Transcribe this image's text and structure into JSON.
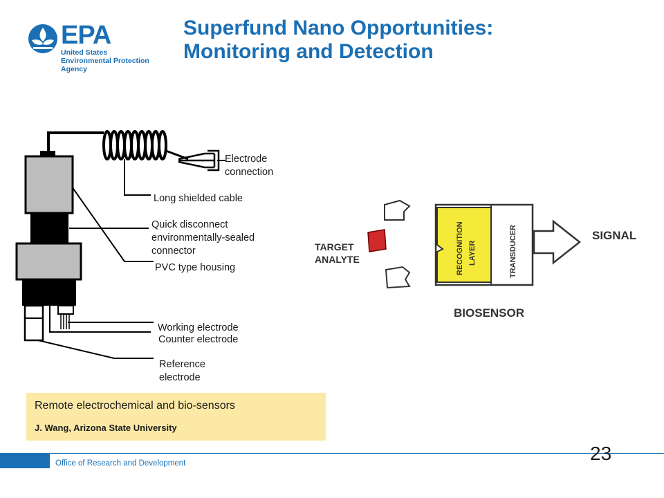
{
  "logo": {
    "letters": "EPA",
    "lines": [
      "United States",
      "Environmental Protection",
      "Agency"
    ],
    "icon": "epa-flower-icon"
  },
  "title": {
    "line1": "Superfund Nano Opportunities:",
    "line2": "Monitoring and Detection"
  },
  "sensor_labels": {
    "electrode_connection": [
      "Electrode",
      "connection"
    ],
    "long_shielded_cable": "Long shielded cable",
    "quick_disconnect": [
      "Quick disconnect",
      "environmentally-sealed",
      "connector"
    ],
    "pvc_housing": "PVC type housing",
    "working_electrode": "Working electrode",
    "counter_electrode": "Counter electrode",
    "reference_electrode": [
      "Reference",
      "electrode"
    ]
  },
  "biosensor": {
    "target_analyte": [
      "TARGET",
      "ANALYTE"
    ],
    "recognition_layer": [
      "RECOGNITION",
      "LAYER"
    ],
    "transducer": "TRANSDUCER",
    "signal": "SIGNAL",
    "name": "BIOSENSOR"
  },
  "caption": {
    "main": "Remote electrochemical and bio-sensors",
    "credit": "J. Wang, Arizona State University"
  },
  "footer": {
    "org": "Office of Research and Development",
    "page_number": "23"
  },
  "colors": {
    "brand_blue": "#1b6fb4",
    "caption_bg": "#fde9a6",
    "recognition_layer": "#f5ea3a",
    "analyte": "#d02a2a"
  }
}
